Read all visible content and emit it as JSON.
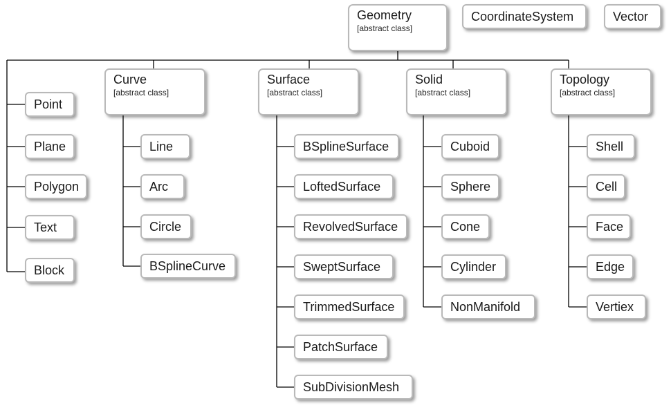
{
  "diagram": {
    "root": {
      "title": "Geometry",
      "subtitle": "[abstract class]"
    },
    "standalone": [
      {
        "title": "CoordinateSystem"
      },
      {
        "title": "Vector"
      }
    ],
    "direct_children": [
      "Point",
      "Plane",
      "Polygon",
      "Text",
      "Block"
    ],
    "groups": [
      {
        "title": "Curve",
        "subtitle": "[abstract class]",
        "children": [
          "Line",
          "Arc",
          "Circle",
          "BSplineCurve"
        ]
      },
      {
        "title": "Surface",
        "subtitle": "[abstract class]",
        "children": [
          "BSplineSurface",
          "LoftedSurface",
          "RevolvedSurface",
          "SweptSurface",
          "TrimmedSurface",
          "PatchSurface",
          "SubDivisionMesh"
        ]
      },
      {
        "title": "Solid",
        "subtitle": "[abstract class]",
        "children": [
          "Cuboid",
          "Sphere",
          "Cone",
          "Cylinder",
          "NonManifold"
        ]
      },
      {
        "title": "Topology",
        "subtitle": "[abstract class]",
        "children": [
          "Shell",
          "Cell",
          "Face",
          "Edge",
          "Vertiex"
        ]
      }
    ]
  }
}
